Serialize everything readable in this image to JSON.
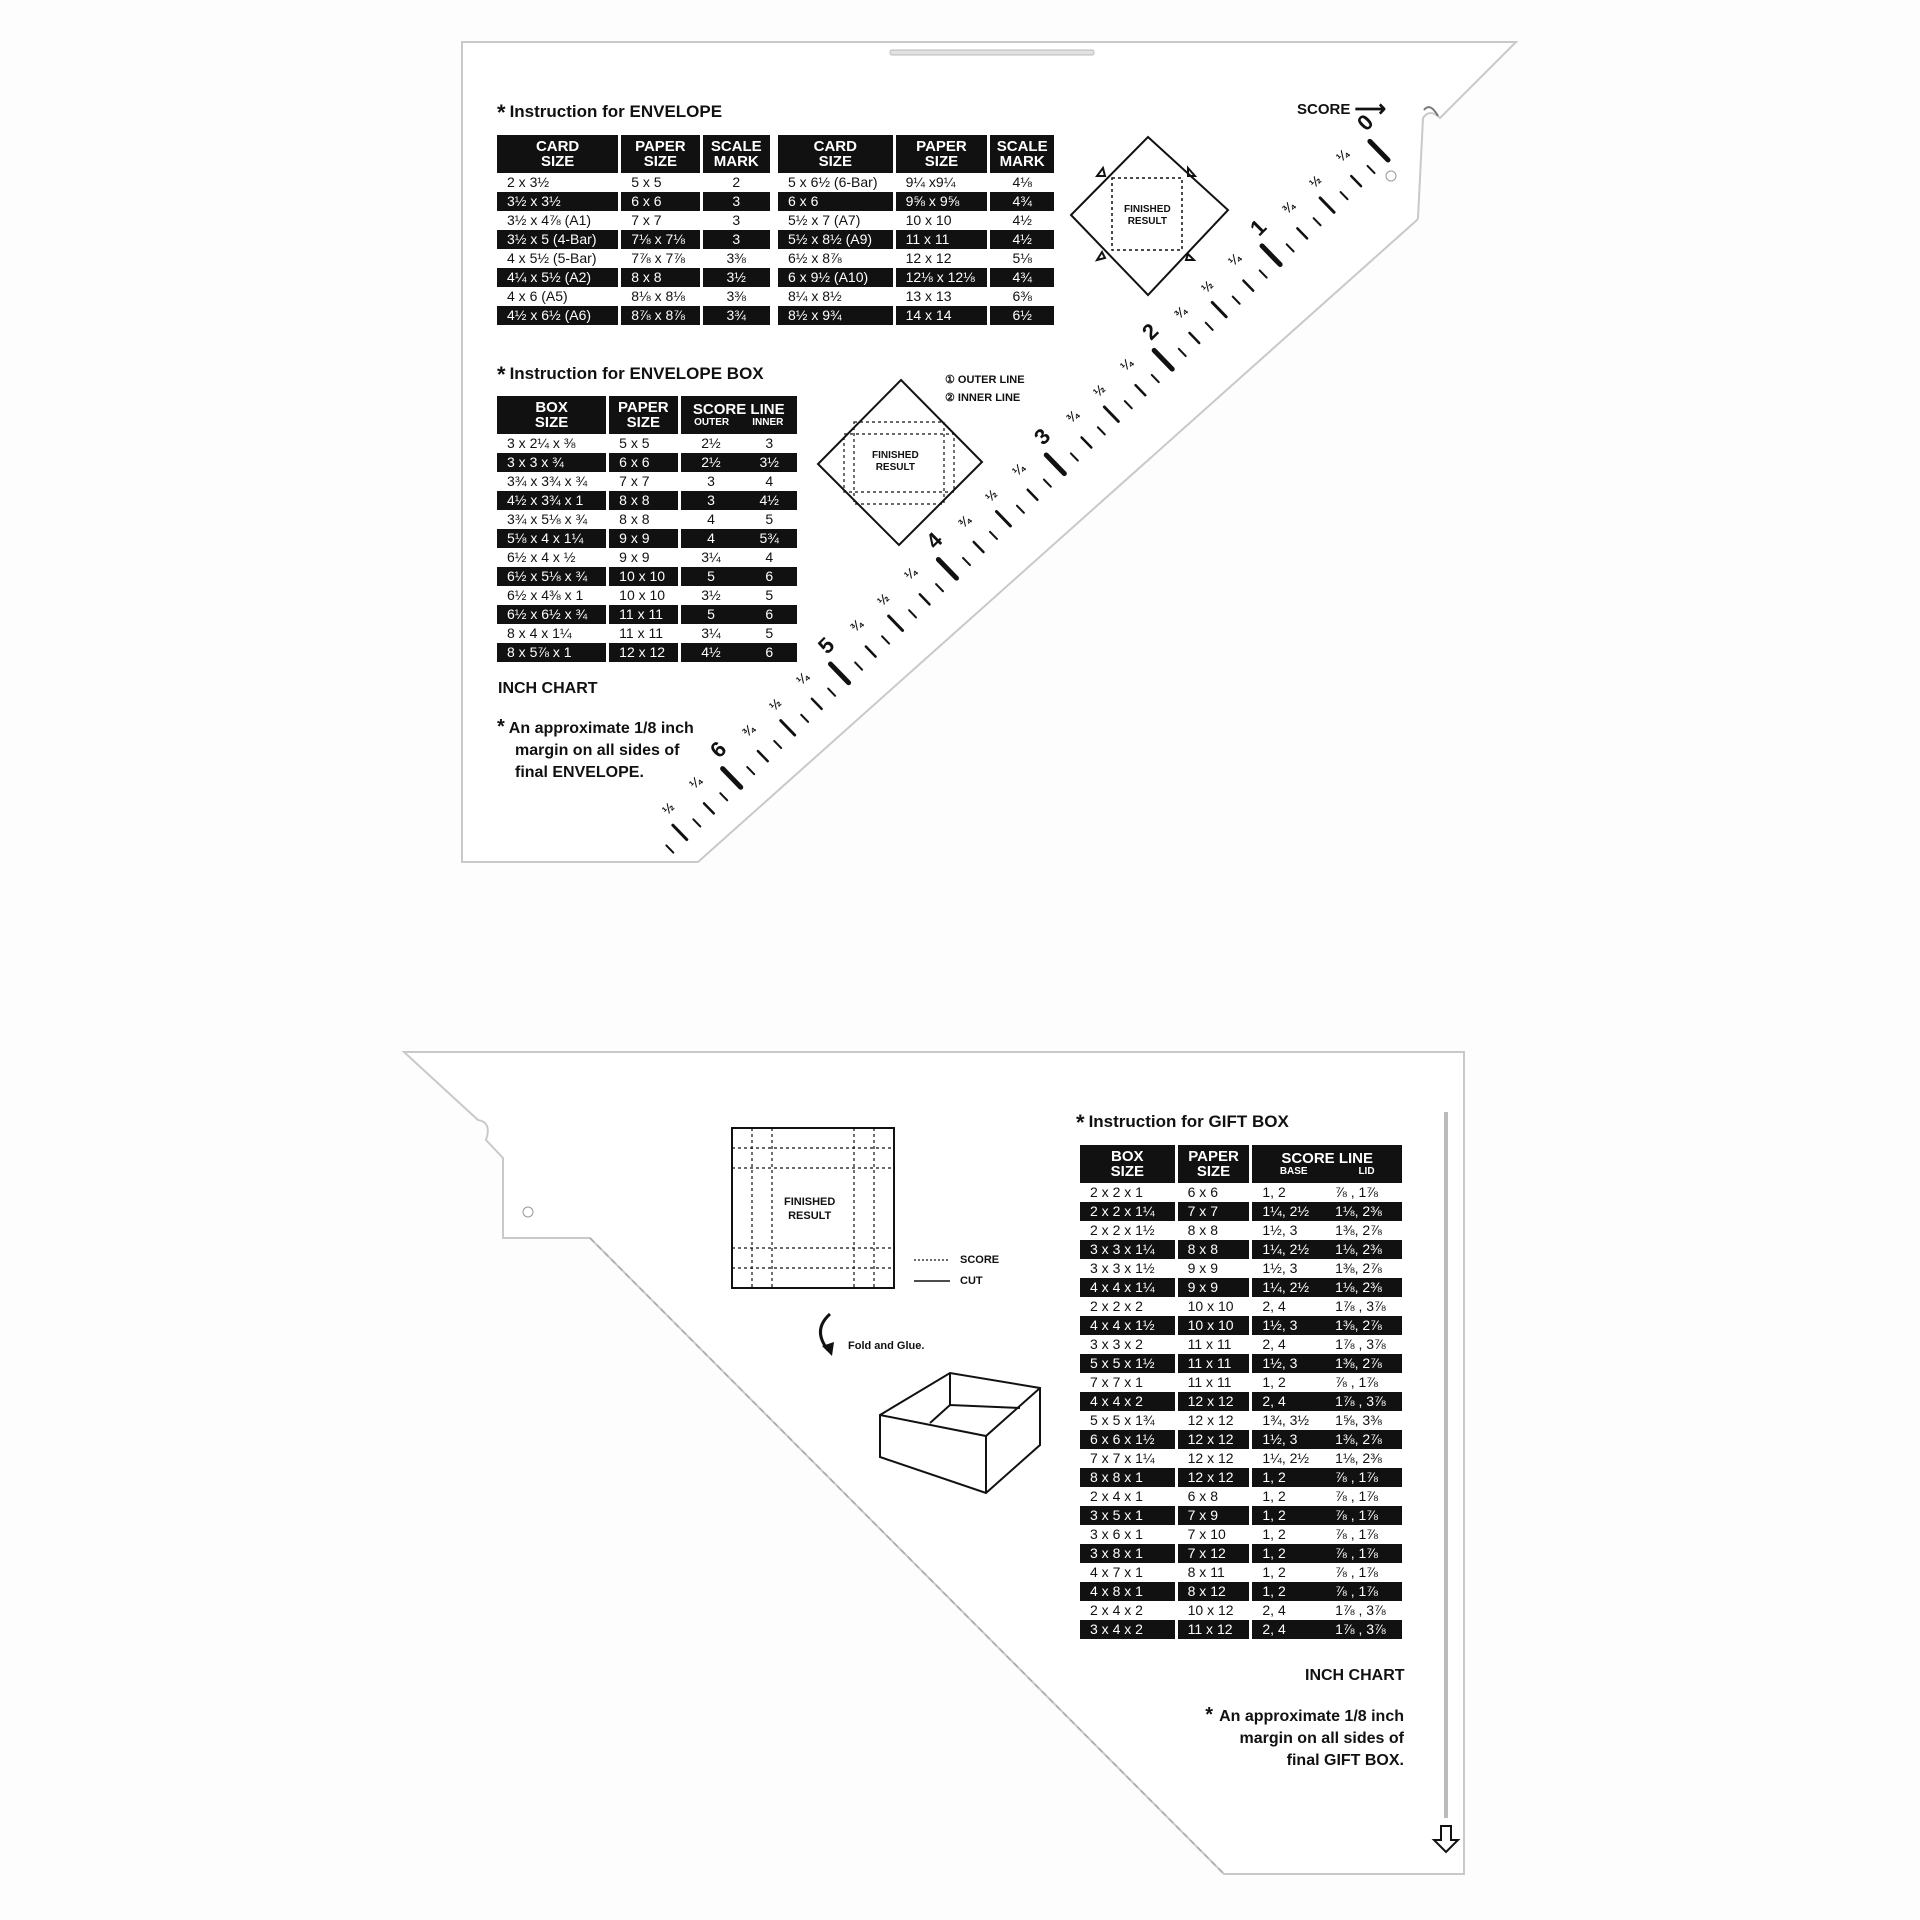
{
  "top": {
    "score_label": "SCORE",
    "envelope": {
      "heading": "Instruction for ENVELOPE",
      "headers": [
        [
          "CARD",
          "SIZE"
        ],
        [
          "PAPER",
          "SIZE"
        ],
        [
          "SCALE",
          "MARK"
        ]
      ],
      "left_rows": [
        [
          "2 x 3½",
          "5 x 5",
          "2"
        ],
        [
          "3½ x 3½",
          "6 x 6",
          "3"
        ],
        [
          "3½ x 4⅞ (A1)",
          "7 x 7",
          "3"
        ],
        [
          "3½ x 5 (4-Bar)",
          "7⅛ x 7⅛",
          "3"
        ],
        [
          "4 x 5½ (5-Bar)",
          "7⅞ x 7⅞",
          "3⅜"
        ],
        [
          "4¼ x 5½ (A2)",
          "8 x 8",
          "3½"
        ],
        [
          "4 x 6 (A5)",
          "8⅛ x 8⅛",
          "3⅜"
        ],
        [
          "4½ x 6½ (A6)",
          "8⅞ x 8⅞",
          "3¾"
        ]
      ],
      "right_rows": [
        [
          "5 x 6½ (6-Bar)",
          "9¼ x9¼",
          "4⅛"
        ],
        [
          "6 x 6",
          "9⅝ x 9⅝",
          "4¾"
        ],
        [
          "5½ x 7 (A7)",
          "10 x 10",
          "4½"
        ],
        [
          "5½ x 8½ (A9)",
          "11 x 11",
          "4½"
        ],
        [
          "6½ x 8⅞",
          "12 x 12",
          "5⅛"
        ],
        [
          "6 x 9½ (A10)",
          "12⅛ x 12⅛",
          "4¾"
        ],
        [
          "8¼ x 8½",
          "13 x 13",
          "6⅜"
        ],
        [
          "8½ x 9¾",
          "14 x 14",
          "6½"
        ]
      ],
      "finished_result": [
        "FINISHED",
        "RESULT"
      ]
    },
    "envelope_box": {
      "heading": "Instruction for ENVELOPE BOX",
      "headers": [
        [
          "BOX",
          "SIZE"
        ],
        [
          "PAPER",
          "SIZE"
        ],
        [
          "SCORE LINE",
          ""
        ]
      ],
      "sub_headers": [
        "OUTER",
        "INNER"
      ],
      "legend": [
        "① OUTER LINE",
        "② INNER LINE"
      ],
      "rows": [
        [
          "3 x 2¼ x ⅜",
          "5 x 5",
          "2½",
          "3"
        ],
        [
          "3 x 3 x ¾",
          "6 x 6",
          "2½",
          "3½"
        ],
        [
          "3¾ x 3¾ x ¾",
          "7 x 7",
          "3",
          "4"
        ],
        [
          "4½ x 3¾ x 1",
          "8 x 8",
          "3",
          "4½"
        ],
        [
          "3¾ x 5⅛ x ¾",
          "8 x 8",
          "4",
          "5"
        ],
        [
          "5⅛ x 4 x 1¼",
          "9 x 9",
          "4",
          "5¾"
        ],
        [
          "6½ x 4 x ½",
          "9 x 9",
          "3¼",
          "4"
        ],
        [
          "6½ x 5⅛ x ¾",
          "10 x 10",
          "5",
          "6"
        ],
        [
          "6½ x 4⅜ x 1",
          "10 x 10",
          "3½",
          "5"
        ],
        [
          "6½ x 6½ x ¾",
          "11 x 11",
          "5",
          "6"
        ],
        [
          "8 x 4 x 1¼",
          "11 x 11",
          "3¼",
          "5"
        ],
        [
          "8 x 5⅞ x 1",
          "12 x 12",
          "4½",
          "6"
        ]
      ],
      "finished_result": [
        "FINISHED",
        "RESULT"
      ]
    },
    "inch_chart": "INCH CHART",
    "note": [
      "An approximate 1/8 inch",
      "margin on all sides of",
      "final ENVELOPE."
    ],
    "ruler": {
      "numbers": [
        "0",
        "1",
        "2",
        "3",
        "4",
        "5",
        "6"
      ],
      "fractions": [
        "¼",
        "½",
        "¾"
      ]
    }
  },
  "bottom": {
    "gift_box": {
      "heading": "Instruction for GIFT BOX",
      "headers": [
        [
          "BOX",
          "SIZE"
        ],
        [
          "PAPER",
          "SIZE"
        ],
        [
          "SCORE LINE",
          ""
        ]
      ],
      "sub_headers": [
        "BASE",
        "LID"
      ],
      "rows": [
        [
          "2 x 2 x 1",
          "6 x 6",
          "1, 2",
          "⅞ , 1⅞"
        ],
        [
          "2 x 2 x 1¼",
          "7 x 7",
          "1¼, 2½",
          "1⅛, 2⅜"
        ],
        [
          "2 x 2 x 1½",
          "8 x 8",
          "1½, 3",
          "1⅜, 2⅞"
        ],
        [
          "3 x 3 x 1¼",
          "8 x 8",
          "1¼, 2½",
          "1⅛, 2⅜"
        ],
        [
          "3 x 3 x 1½",
          "9 x 9",
          "1½, 3",
          "1⅜, 2⅞"
        ],
        [
          "4 x 4 x 1¼",
          "9 x 9",
          "1¼, 2½",
          "1⅛, 2⅜"
        ],
        [
          "2 x 2 x 2",
          "10 x 10",
          "2, 4",
          "1⅞ , 3⅞"
        ],
        [
          "4 x 4 x 1½",
          "10 x 10",
          "1½, 3",
          "1⅜, 2⅞"
        ],
        [
          "3 x 3 x 2",
          "11 x 11",
          "2, 4",
          "1⅞ , 3⅞"
        ],
        [
          "5 x 5 x 1½",
          "11 x 11",
          "1½, 3",
          "1⅜, 2⅞"
        ],
        [
          "7 x 7 x 1",
          "11 x 11",
          "1, 2",
          "⅞ , 1⅞"
        ],
        [
          "4 x 4 x 2",
          "12 x 12",
          "2, 4",
          "1⅞ , 3⅞"
        ],
        [
          "5 x 5 x 1¾",
          "12 x 12",
          "1¾, 3½",
          "1⅝, 3⅜"
        ],
        [
          "6 x 6 x 1½",
          "12 x 12",
          "1½, 3",
          "1⅜, 2⅞"
        ],
        [
          "7 x 7 x 1¼",
          "12 x 12",
          "1¼, 2½",
          "1⅛, 2⅜"
        ],
        [
          "8 x 8 x 1",
          "12 x 12",
          "1, 2",
          "⅞ , 1⅞"
        ],
        [
          "2 x 4 x 1",
          "6 x 8",
          "1, 2",
          "⅞ , 1⅞"
        ],
        [
          "3 x 5 x 1",
          "7 x 9",
          "1, 2",
          "⅞ , 1⅞"
        ],
        [
          "3 x 6 x 1",
          "7 x 10",
          "1, 2",
          "⅞ , 1⅞"
        ],
        [
          "3 x 8 x 1",
          "7 x 12",
          "1, 2",
          "⅞ , 1⅞"
        ],
        [
          "4 x 7 x 1",
          "8 x 11",
          "1, 2",
          "⅞ , 1⅞"
        ],
        [
          "4 x 8 x 1",
          "8 x 12",
          "1, 2",
          "⅞ , 1⅞"
        ],
        [
          "2 x 4 x 2",
          "10 x 12",
          "2, 4",
          "1⅞ , 3⅞"
        ],
        [
          "3 x 4 x 2",
          "11 x 12",
          "2, 4",
          "1⅞ , 3⅞"
        ]
      ]
    },
    "diagram": {
      "finished_result": [
        "FINISHED",
        "RESULT"
      ],
      "legend_score": "SCORE",
      "legend_cut": "CUT",
      "fold_and_glue": "Fold and Glue."
    },
    "inch_chart": "INCH CHART",
    "note": [
      "An approximate 1/8 inch",
      "margin on all sides of",
      "final GIFT BOX."
    ]
  }
}
